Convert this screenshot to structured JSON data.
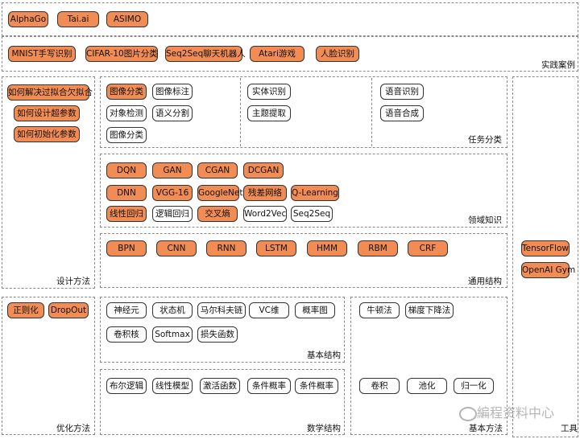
{
  "sections": {
    "practice": "实践案例",
    "task": "任务分类",
    "domain": "领域知识",
    "general": "通用结构",
    "design": "设计方法",
    "basic_structure": "基本结构",
    "math": "数学结构",
    "opt": "优化方法",
    "basic_method": "基本方法",
    "tools": "工具"
  },
  "practice_row1": [
    "AlphaGo",
    "Tai.ai",
    "ASIMO"
  ],
  "practice_row2": [
    "MNIST手写识别",
    "CIFAR-10图片分类",
    "Seq2Seq聊天机器人",
    "Atari游戏",
    "人脸识别"
  ],
  "design_methods": [
    "如何解决过拟合欠拟合",
    "如何设计超参数",
    "如何初始化参数"
  ],
  "task_cv": [
    "图像分类",
    "图像标注",
    "对象检测",
    "语义分割",
    "图像分类"
  ],
  "task_nlp": [
    "实体识别",
    "主题提取"
  ],
  "task_speech": [
    "语音识别",
    "语音合成"
  ],
  "domain_row1": [
    "DQN",
    "GAN",
    "CGAN",
    "DCGAN"
  ],
  "domain_row2": [
    "DNN",
    "VGG-16",
    "GoogleNet",
    "残差网络",
    "Q-Learning"
  ],
  "domain_row3": [
    "线性回归",
    "逻辑回归",
    "交叉熵",
    "Word2Vec",
    "Seq2Seq"
  ],
  "general_structures": [
    "BPN",
    "CNN",
    "RNN",
    "LSTM",
    "HMM",
    "RBM",
    "CRF"
  ],
  "tools": [
    "TensorFlow",
    "OpenAI Gym"
  ],
  "opt_methods": [
    "正则化",
    "DropOut"
  ],
  "basic_struct_row1": [
    "神经元",
    "状态机",
    "马尔科夫链",
    "VC维",
    "概率图"
  ],
  "basic_struct_row2": [
    "卷积核",
    "Softmax",
    "损失函数"
  ],
  "math_structures": [
    "布尔逻辑",
    "线性模型",
    "激活函数",
    "条件概率",
    "条件概率"
  ],
  "basic_methods_row1": [
    "牛顿法",
    "梯度下降法"
  ],
  "basic_methods_row2": [
    "卷积",
    "池化",
    "归一化"
  ],
  "watermark": "編程资料中心"
}
